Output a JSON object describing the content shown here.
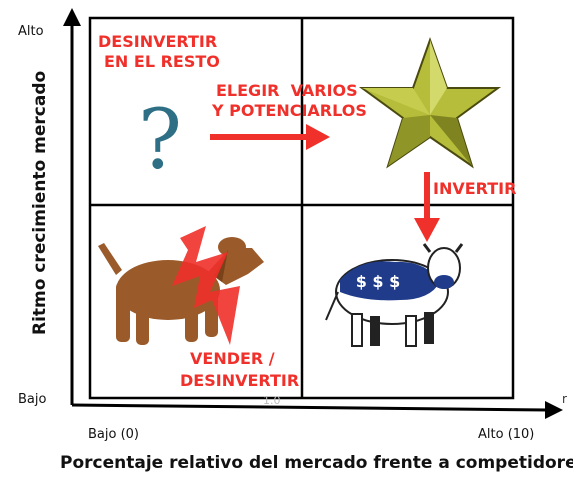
{
  "y_axis": {
    "title": "Ritmo crecimiento mercado",
    "high": "Alto",
    "low": "Bajo"
  },
  "x_axis": {
    "title": "Porcentaje relativo del mercado frente a competidores",
    "low": "Bajo (0)",
    "high": "Alto (10)",
    "end_mark": "r",
    "mid_tick": "1.0"
  },
  "quadrants": {
    "question": {
      "symbol": "?",
      "label_line1": "DESINVERTIR",
      "label_line2": "EN EL RESTO"
    },
    "star": {
      "icon": "star-icon"
    },
    "dog": {
      "icon": "dog-icon",
      "label_line1": "VENDER /",
      "label_line2": "DESINVERTIR"
    },
    "cow": {
      "icon": "cow-icon",
      "symbol": "$ $ $"
    }
  },
  "arrows": {
    "to_star": {
      "label_line1": "ELEGIR  VARIOS",
      "label_line2": "Y POTENCIARLOS"
    },
    "to_cow": {
      "label": "INVERTIR"
    }
  },
  "colors": {
    "accent_red": "#f0302a",
    "dog_brown": "#9a5a2a",
    "star_olive": "#b6bd3a",
    "question_teal": "#2f6f86",
    "cow_blue": "#1f3b8a"
  }
}
